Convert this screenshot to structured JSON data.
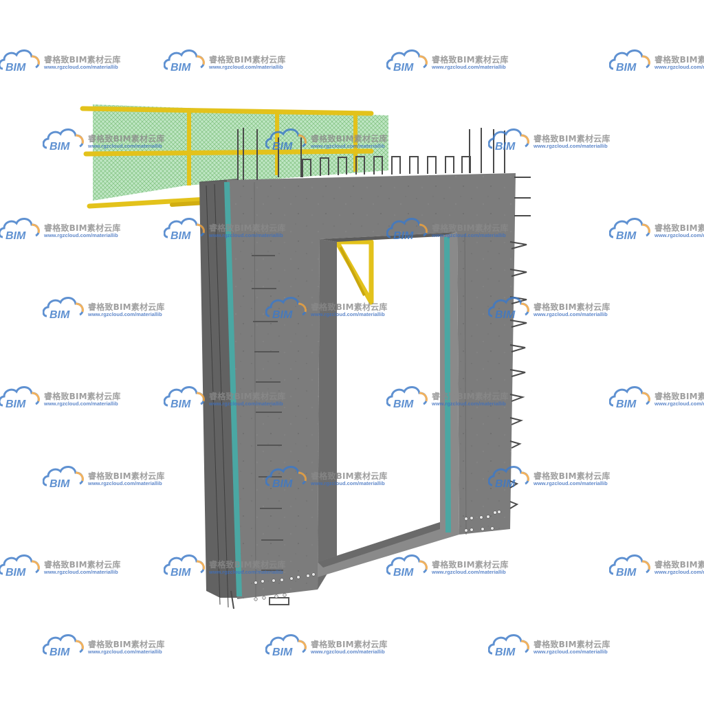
{
  "watermark": {
    "logo_text": "BIM",
    "title": "睿格致BIM素材云库",
    "url": "www.rgzcloud.com/materiallib"
  },
  "colors": {
    "background": "#ffffff",
    "concrete": "#7c7c7c",
    "concrete_dark": "#5a5a5a",
    "concrete_light": "#909090",
    "insulation": "#4aa7a3",
    "railing": "#e3c21b",
    "mesh": "#8fcf8a",
    "rebar": "#4a4a4a",
    "logo_blue": "#3c79c8",
    "logo_orange": "#f0a23b"
  },
  "icons": {
    "watermark_logo": "cloud-bim-logo-icon",
    "safety_railing": "safety-railing-icon",
    "precast_wall": "precast-concrete-wall-icon"
  }
}
